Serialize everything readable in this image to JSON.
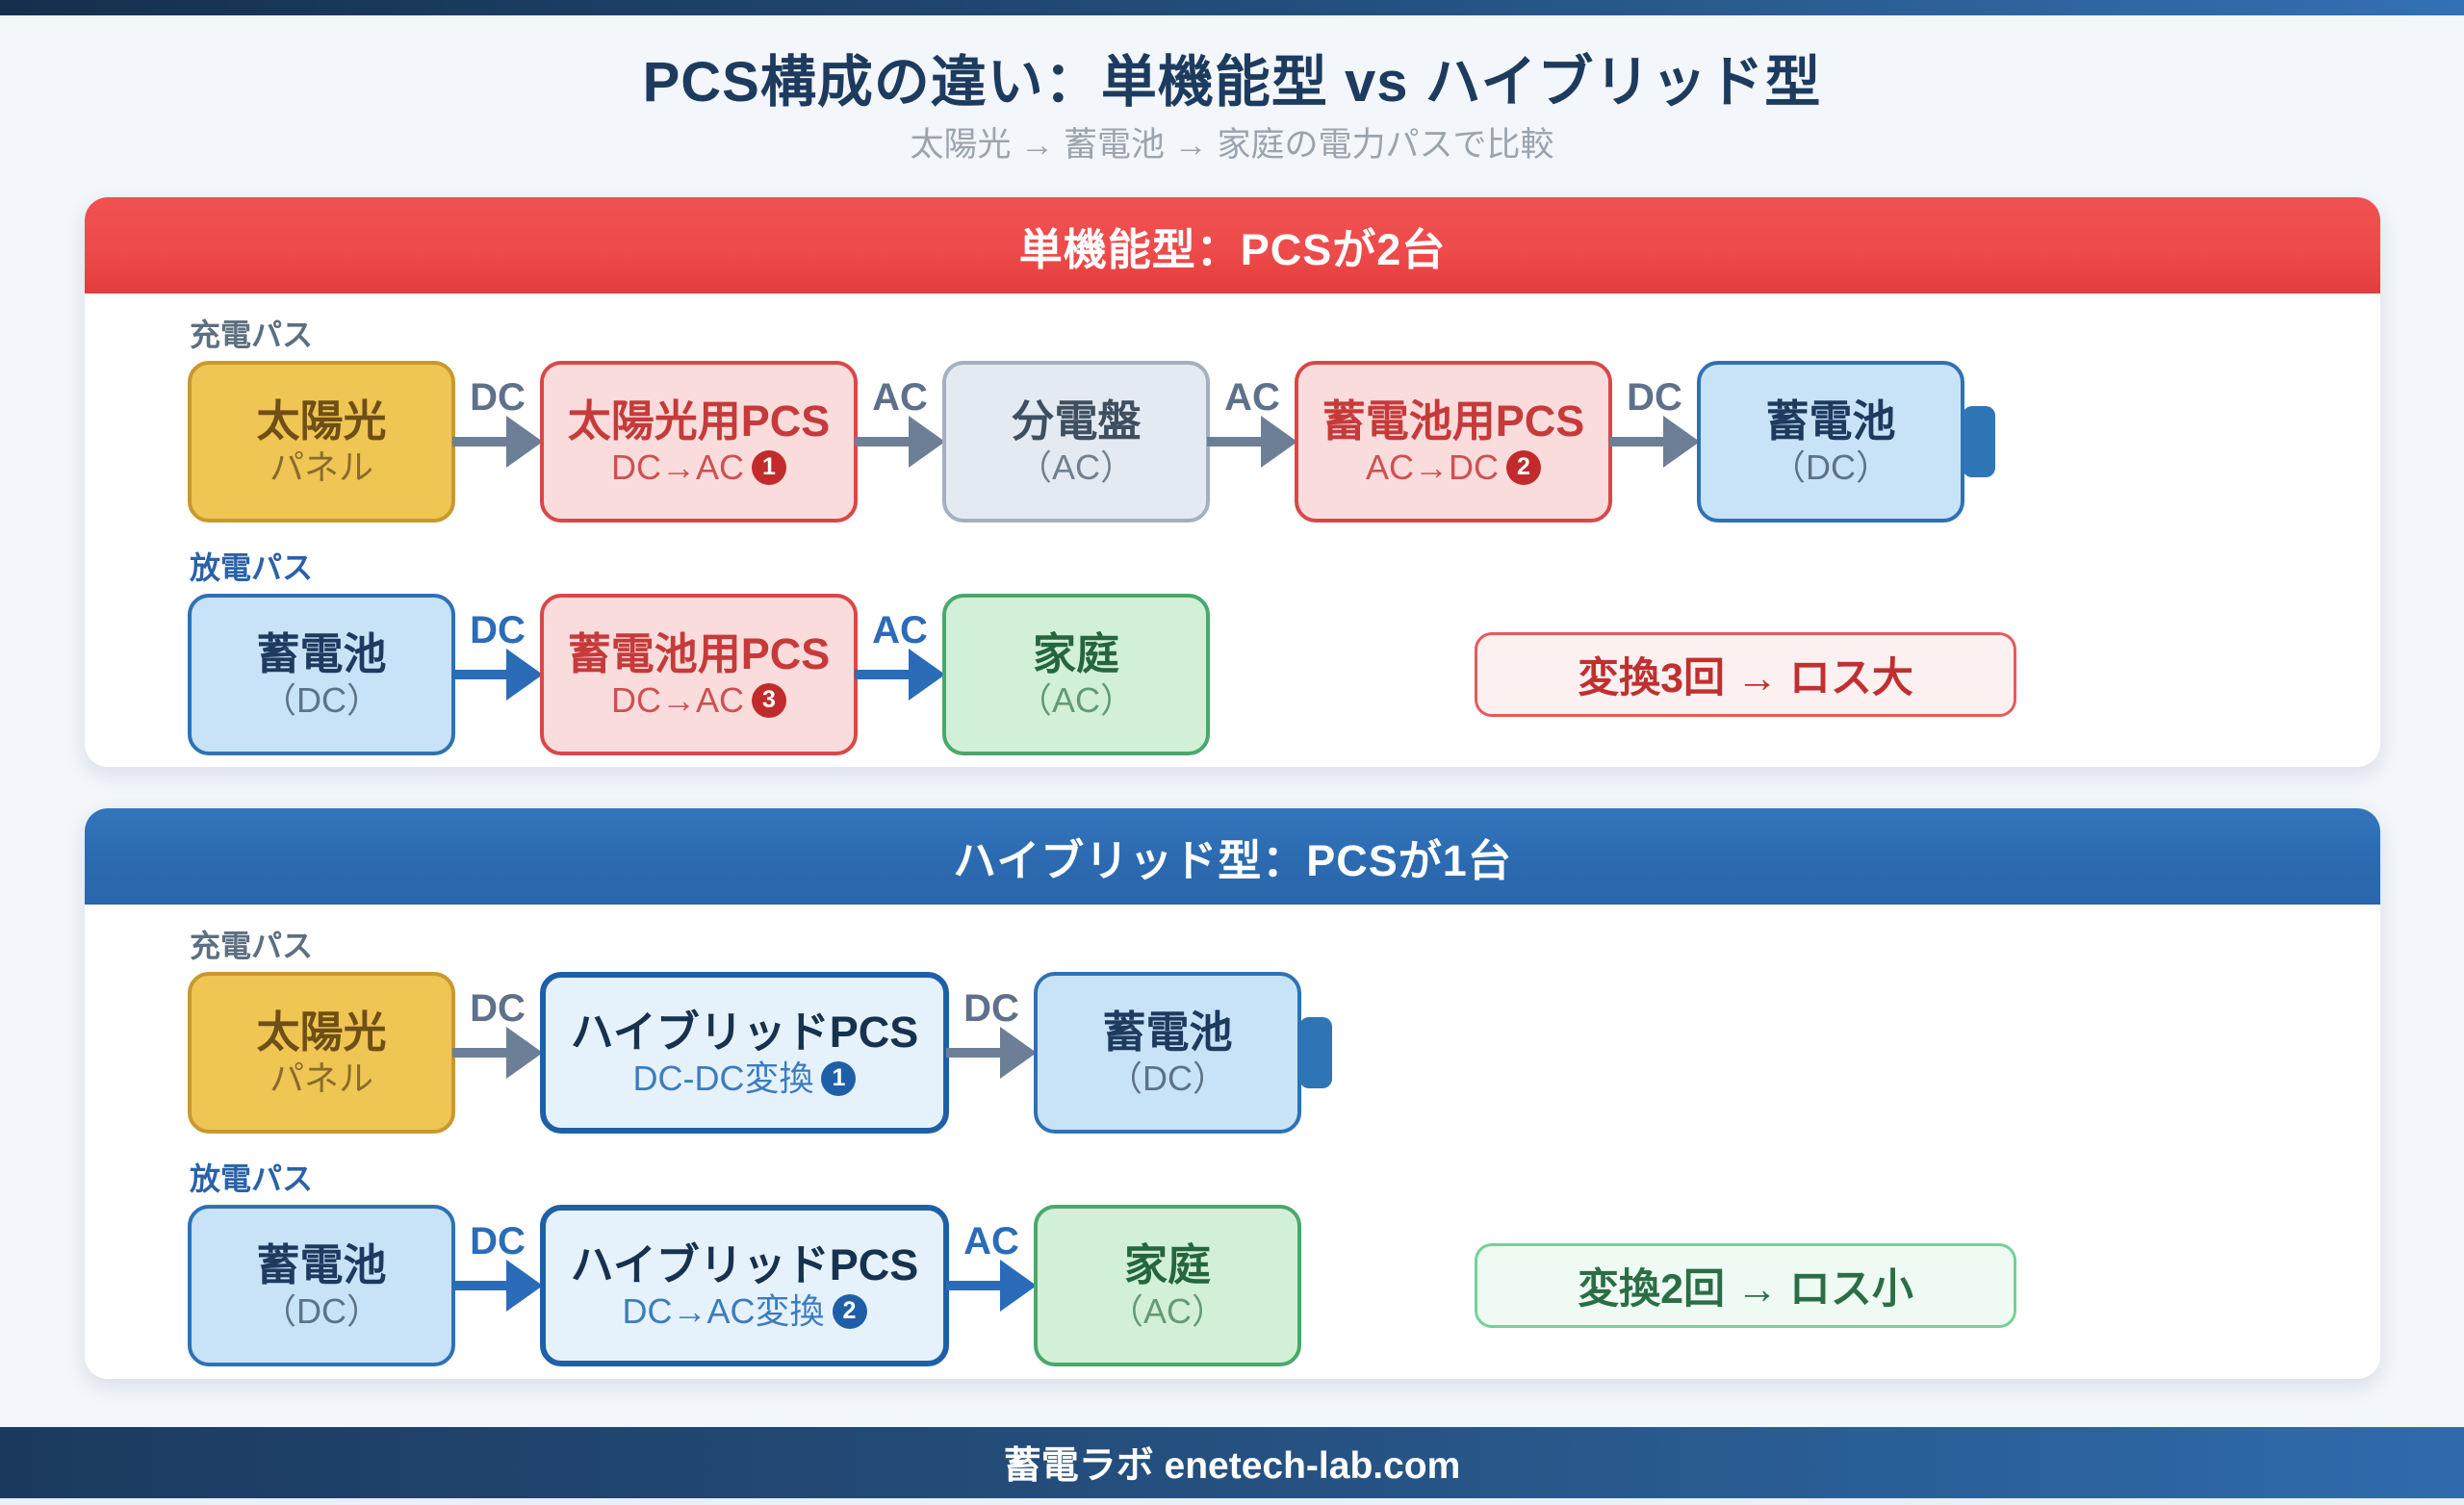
{
  "page": {
    "title": "PCS構成の違い：単機能型 vs ハイブリッド型",
    "subtitle": "太陽光 → 蓄電池 → 家庭の電力パスで比較",
    "footer": "蓄電ラボ enetech-lab.com"
  },
  "colors": {
    "accent_red": "#ee4b4b",
    "accent_blue": "#2c6ab0",
    "arrow_gray": "#6d7f96",
    "arrow_blue": "#2b6cb8",
    "topbar_gradient_start": "#152f4d",
    "topbar_gradient_end": "#3371b2"
  },
  "sections": [
    {
      "title": "単機能型：PCSが2台",
      "charge": {
        "label": "充電パス",
        "boxes": [
          {
            "title": "太陽光",
            "sub": "パネル"
          },
          {
            "title": "太陽光用PCS",
            "sub": "DC→AC",
            "num": "1"
          },
          {
            "title": "分電盤",
            "sub": "（AC）"
          },
          {
            "title": "蓄電池用PCS",
            "sub": "AC→DC",
            "num": "2"
          },
          {
            "title": "蓄電池",
            "sub": "（DC）"
          }
        ],
        "arrows": [
          "DC",
          "AC",
          "AC",
          "DC"
        ]
      },
      "discharge": {
        "label": "放電パス",
        "boxes": [
          {
            "title": "蓄電池",
            "sub": "（DC）"
          },
          {
            "title": "蓄電池用PCS",
            "sub": "DC→AC",
            "num": "3"
          },
          {
            "title": "家庭",
            "sub": "（AC）"
          }
        ],
        "arrows": [
          "DC",
          "AC"
        ],
        "badge": "変換3回 → ロス大"
      }
    },
    {
      "title": "ハイブリッド型：PCSが1台",
      "charge": {
        "label": "充電パス",
        "boxes": [
          {
            "title": "太陽光",
            "sub": "パネル"
          },
          {
            "title": "ハイブリッドPCS",
            "sub": "DC-DC変換",
            "num": "1"
          },
          {
            "title": "蓄電池",
            "sub": "（DC）"
          }
        ],
        "arrows": [
          "DC",
          "DC"
        ]
      },
      "discharge": {
        "label": "放電パス",
        "boxes": [
          {
            "title": "蓄電池",
            "sub": "（DC）"
          },
          {
            "title": "ハイブリッドPCS",
            "sub": "DC→AC変換",
            "num": "2"
          },
          {
            "title": "家庭",
            "sub": "（AC）"
          }
        ],
        "arrows": [
          "DC",
          "AC"
        ],
        "badge": "変換2回 → ロス小"
      }
    }
  ]
}
